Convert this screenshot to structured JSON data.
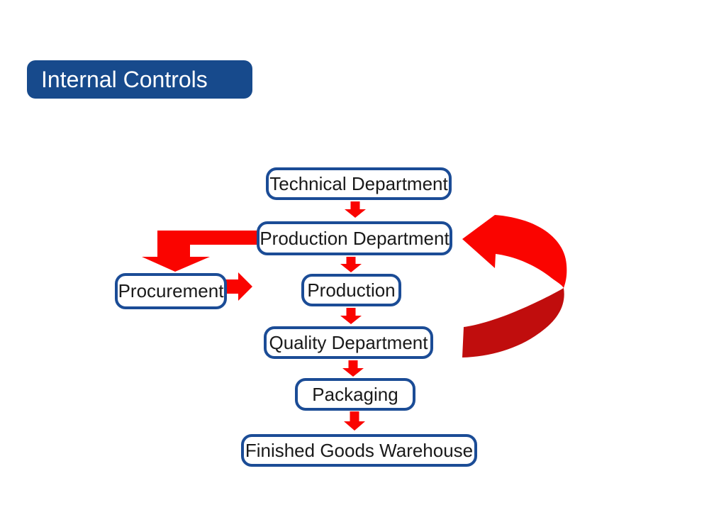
{
  "title": {
    "label": "Internal Controls"
  },
  "colors": {
    "title_bg": "#174A8C",
    "box_border": "#1B4C96",
    "arrow_red": "#FA0400",
    "arrow_dark_red": "#C00D0D"
  },
  "nodes": {
    "technical": {
      "label": "Technical Department"
    },
    "production_dept": {
      "label": "Production Department"
    },
    "production": {
      "label": "Production"
    },
    "quality": {
      "label": "Quality Department"
    },
    "packaging": {
      "label": "Packaging"
    },
    "warehouse": {
      "label": "Finished Goods Warehouse"
    },
    "procurement": {
      "label": "Procurement"
    }
  }
}
